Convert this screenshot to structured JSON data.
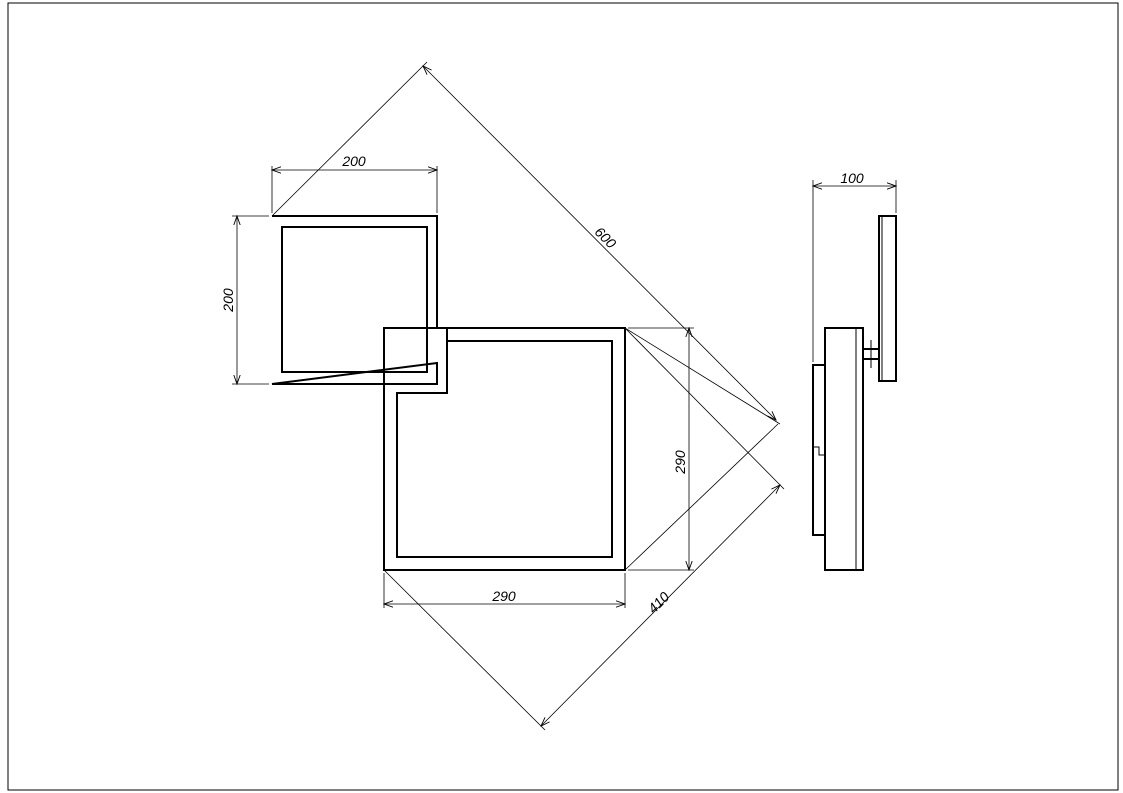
{
  "drawing": {
    "dimensions": {
      "small_width": "200",
      "small_height": "200",
      "large_width": "290",
      "large_height": "290",
      "diagonal_total": "600",
      "diagonal_large": "410",
      "side_depth": "100"
    },
    "colors": {
      "background": "#ffffff",
      "line": "#000000"
    }
  }
}
